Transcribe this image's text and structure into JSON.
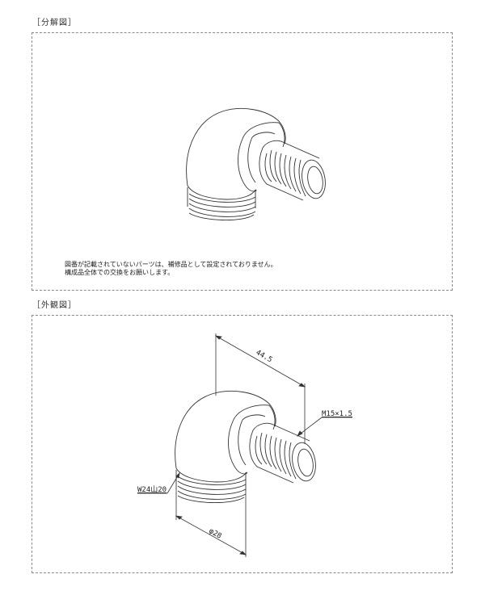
{
  "sections": [
    {
      "label": "［分解図］",
      "notes": [
        "図番が記載されていないパーツは、補修品として設定されておりません。",
        "構成品全体での交換をお願いします。"
      ]
    },
    {
      "label": "［外観図］",
      "dimensions": {
        "overall_length": "44.5",
        "male_thread": "M15×1.5",
        "female_thread": "W24山20",
        "diameter": "φ28"
      }
    }
  ],
  "colors": {
    "line": "#333333",
    "frame": "#8a8a8a",
    "background": "#ffffff"
  }
}
